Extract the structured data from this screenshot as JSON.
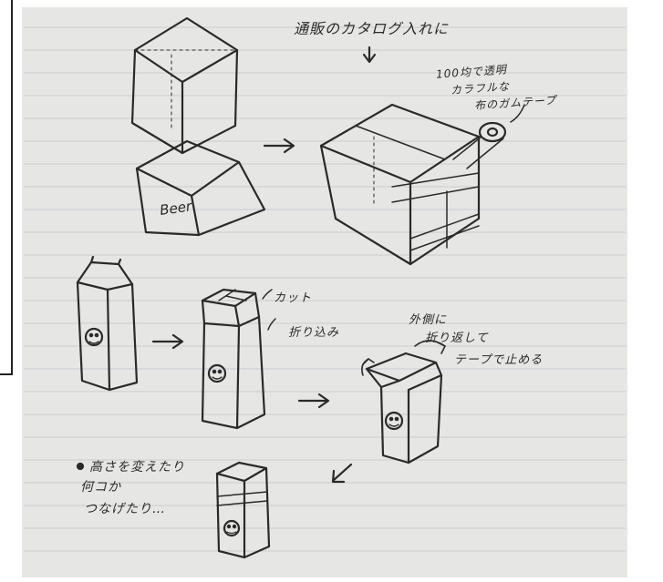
{
  "annotations": {
    "catalog": "通販のカタログ入れに",
    "tape_line1": "100均で透明",
    "tape_line2": "カラフルな",
    "tape_line3": "布のガムテープ",
    "beer_label": "Beer",
    "cut": "カット",
    "fold_in": "折り込み",
    "fold_out_line1": "外側に",
    "fold_out_line2": "折り返して",
    "fold_out_line3": "テープで止める",
    "bottom_line1": "高さを変えたり",
    "bottom_line2": "何コか",
    "bottom_line3": "つなげたり…"
  },
  "colors": {
    "ink": "#2a2a2a",
    "paper": "#e6e6e4",
    "rule": "#c9ccd2"
  }
}
